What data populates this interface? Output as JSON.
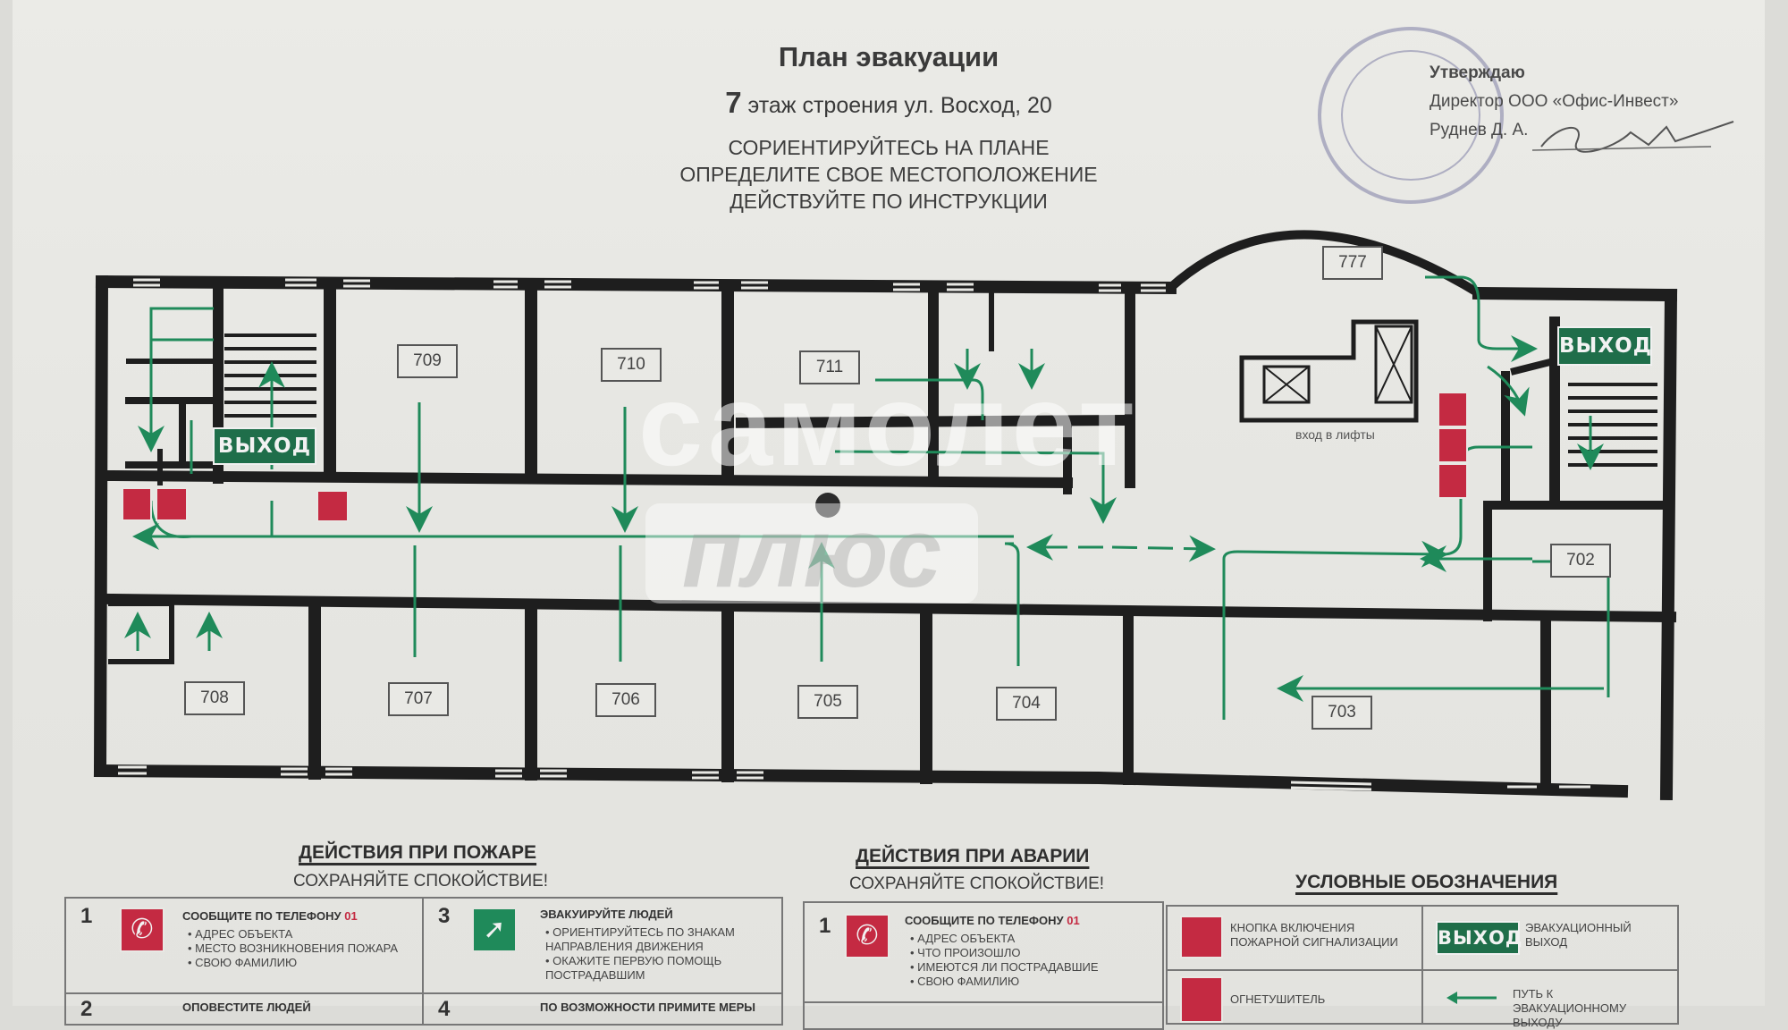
{
  "header": {
    "title": "План эвакуации",
    "floor_number": "7",
    "floor_text": "этаж строения ул. Восход, 20",
    "instructions": [
      "СОРИЕНТИРУЙТЕСЬ НА ПЛАНЕ",
      "ОПРЕДЕЛИТЕ СВОЕ МЕСТОПОЛОЖЕНИЕ",
      "ДЕЙСТВУЙТЕ ПО ИНСТРУКЦИИ"
    ]
  },
  "approval": {
    "line1": "Утверждаю",
    "line2": "Директор ООО «Офис-Инвест»",
    "line3": "Руднев Д. А."
  },
  "plan": {
    "rooms_top": [
      "709",
      "710",
      "711"
    ],
    "rooms_bottom": [
      "708",
      "707",
      "706",
      "705",
      "704",
      "703"
    ],
    "room_702": "702",
    "room_777": "777",
    "exit_label": "ВЫХОД",
    "lift_entrance": "вход в лифты",
    "colors": {
      "wall": "#1e1e1e",
      "route": "#1f8a5a",
      "exit_sign": "#1f6e4a",
      "fire_equipment": "#c42a42"
    }
  },
  "watermark": {
    "line1": "самолет",
    "line2": "плюс"
  },
  "fire_actions": {
    "title": "ДЕЙСТВИЯ ПРИ ПОЖАРЕ",
    "subtitle": "СОХРАНЯЙТЕ СПОКОЙСТВИЕ!",
    "steps": [
      {
        "num": "1",
        "icon": "phone-icon",
        "heading": "СООБЩИТЕ ПО ТЕЛЕФОНУ",
        "phone": "01",
        "bullets": [
          "АДРЕС ОБЪЕКТА",
          "МЕСТО ВОЗНИКНОВЕНИЯ ПОЖАРА",
          "СВОЮ ФАМИЛИЮ"
        ]
      },
      {
        "num": "3",
        "icon": "running-man-icon",
        "heading": "ЭВАКУИРУЙТЕ ЛЮДЕЙ",
        "bullets": [
          "ОРИЕНТИРУЙТЕСЬ ПО ЗНАКАМ НАПРАВЛЕНИЯ ДВИЖЕНИЯ",
          "ОКАЖИТЕ ПЕРВУЮ ПОМОЩЬ ПОСТРАДАВШИМ"
        ]
      },
      {
        "num": "2",
        "heading": "ОПОВЕСТИТЕ ЛЮДЕЙ"
      },
      {
        "num": "4",
        "heading": "ПО ВОЗМОЖНОСТИ ПРИМИТЕ МЕРЫ"
      }
    ]
  },
  "accident_actions": {
    "title": "ДЕЙСТВИЯ ПРИ АВАРИИ",
    "subtitle": "СОХРАНЯЙТЕ СПОКОЙСТВИЕ!",
    "steps": [
      {
        "num": "1",
        "icon": "phone-icon",
        "heading": "СООБЩИТЕ ПО ТЕЛЕФОНУ",
        "phone": "01",
        "bullets": [
          "АДРЕС ОБЪЕКТА",
          "ЧТО ПРОИЗОШЛО",
          "ИМЕЮТСЯ ЛИ ПОСТРАДАВШИЕ",
          "СВОЮ ФАМИЛИЮ"
        ]
      }
    ]
  },
  "legend": {
    "title": "УСЛОВНЫЕ ОБОЗНАЧЕНИЯ",
    "items": [
      {
        "icon": "fire-alarm-button-icon",
        "label": "КНОПКА ВКЛЮЧЕНИЯ ПОЖАРНОЙ СИГНАЛИЗАЦИИ"
      },
      {
        "icon": "exit-sign-icon",
        "sign": "ВЫХОД",
        "label": "ЭВАКУАЦИОННЫЙ ВЫХОД"
      },
      {
        "icon": "fire-extinguisher-icon",
        "label": "ОГНЕТУШИТЕЛЬ"
      },
      {
        "icon": "evacuation-arrow-icon",
        "label": "ПУТЬ К ЭВАКУАЦИОННОМУ ВЫХОДУ"
      }
    ]
  }
}
